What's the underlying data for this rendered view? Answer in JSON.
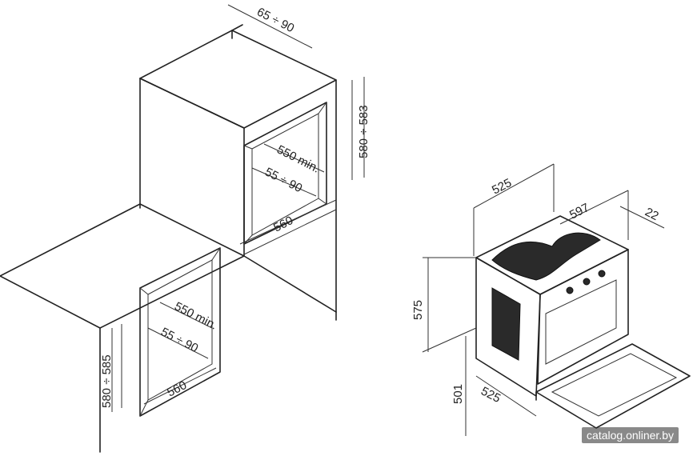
{
  "dimensions": {
    "upper_niche_depth": "65 ÷ 90",
    "upper_niche_height": "580 ÷ 583",
    "upper_niche_min_depth": "550 min.",
    "upper_niche_gap": "55 ÷ 90",
    "upper_niche_width": "560",
    "lower_niche_height": "580 ÷ 585",
    "lower_niche_min_depth": "550 min.",
    "lower_niche_gap": "55 ÷ 90",
    "lower_niche_width": "560",
    "oven_depth": "525",
    "oven_width": "597",
    "oven_door_thickness": "22",
    "oven_height": "575",
    "oven_door_open_height": "501",
    "oven_door_open_depth": "525"
  },
  "watermark": "catalog.onliner.by"
}
